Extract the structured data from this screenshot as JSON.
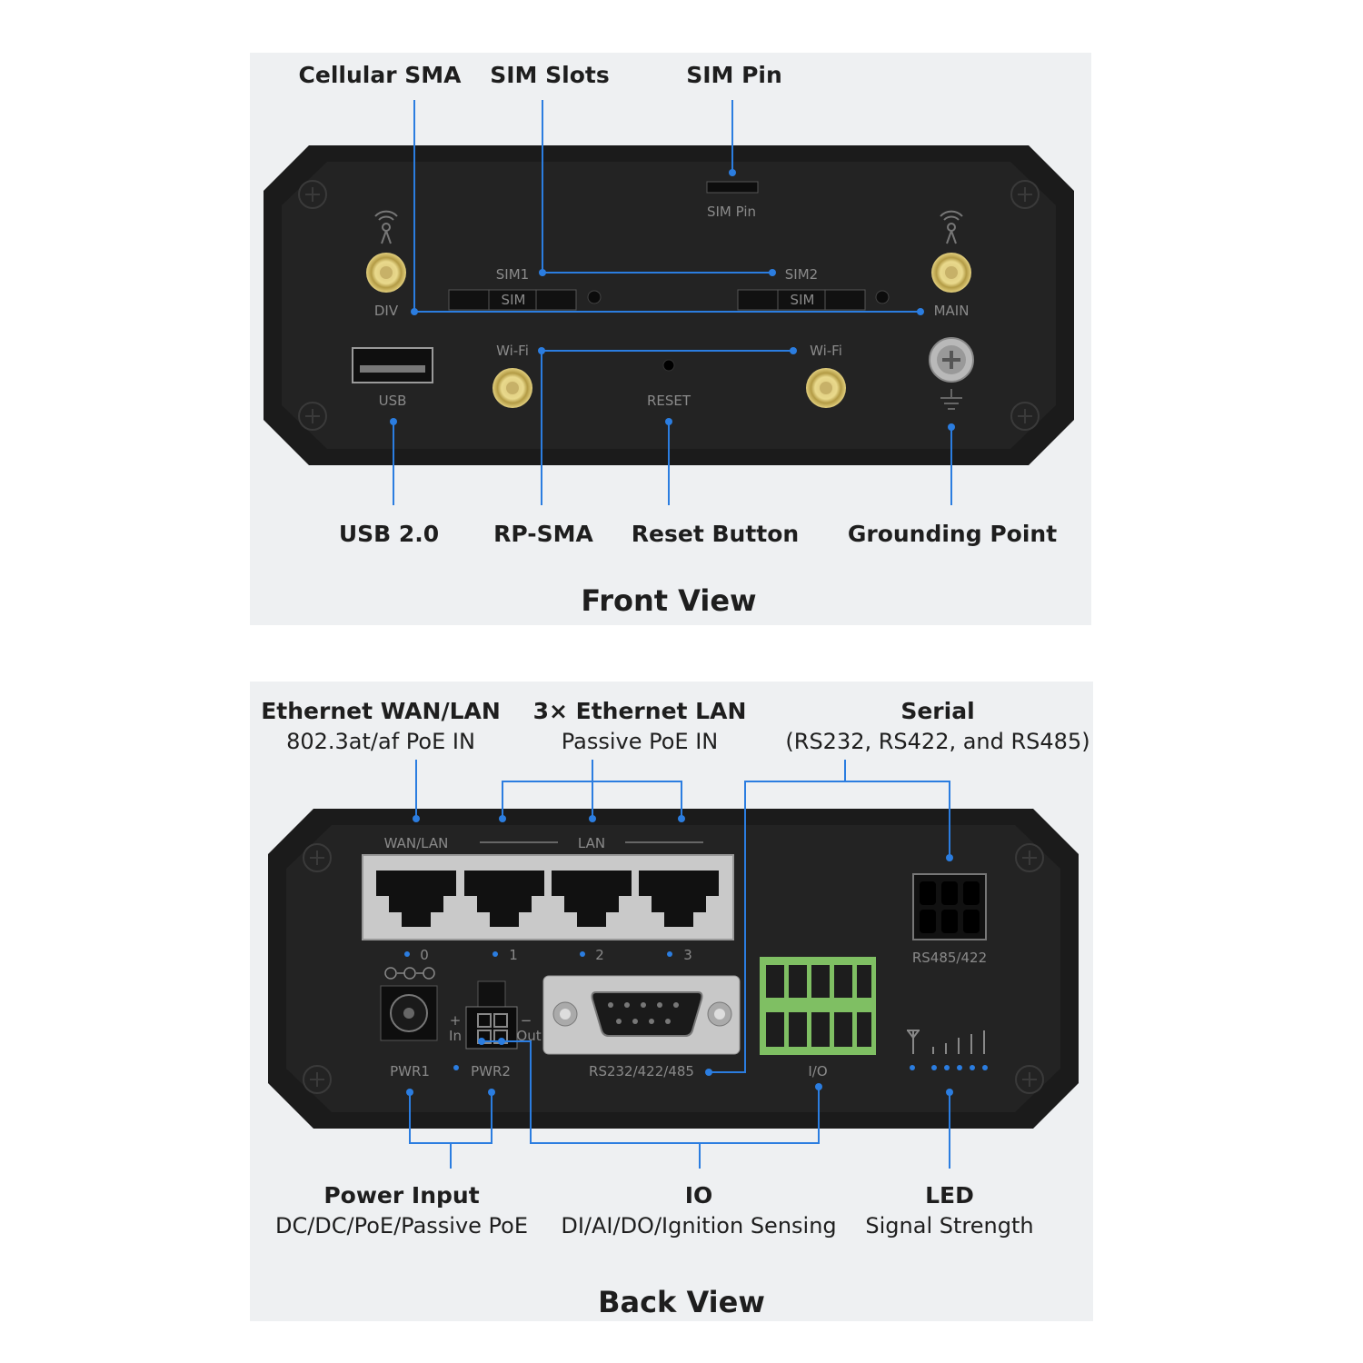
{
  "front": {
    "title": "Front View",
    "callouts": {
      "cellular_sma": "Cellular SMA",
      "sim_slots": "SIM Slots",
      "sim_pin": "SIM Pin",
      "usb": "USB 2.0",
      "rp_sma": "RP-SMA",
      "reset": "Reset Button",
      "grounding": "Grounding Point"
    },
    "panel": {
      "sim_pin": "SIM Pin",
      "sim1": "SIM1",
      "sim2": "SIM2",
      "sim": "SIM",
      "div": "DIV",
      "main": "MAIN",
      "usb": "USB",
      "wifi": "Wi-Fi",
      "reset": "RESET"
    }
  },
  "back": {
    "title": "Back View",
    "callouts": {
      "wan_title": "Ethernet WAN/LAN",
      "wan_sub": "802.3at/af PoE IN",
      "lan_title": "3× Ethernet LAN",
      "lan_sub": "Passive PoE IN",
      "serial_title": "Serial",
      "serial_sub": "(RS232, RS422, and RS485)",
      "power_title": "Power Input",
      "power_sub": "DC/DC/PoE/Passive PoE",
      "io_title": "IO",
      "io_sub": "DI/AI/DO/Ignition Sensing",
      "led_title": "LED",
      "led_sub": "Signal Strength"
    },
    "panel": {
      "wan_lan": "WAN/LAN",
      "lan": "LAN",
      "port0": "0",
      "port1": "1",
      "port2": "2",
      "port3": "3",
      "pwr1": "PWR1",
      "pwr2": "PWR2",
      "plus": "+",
      "minus": "−",
      "in": "In",
      "out": "Out",
      "rs232": "RS232/422/485",
      "io": "I/O",
      "rs485": "RS485/422"
    }
  }
}
